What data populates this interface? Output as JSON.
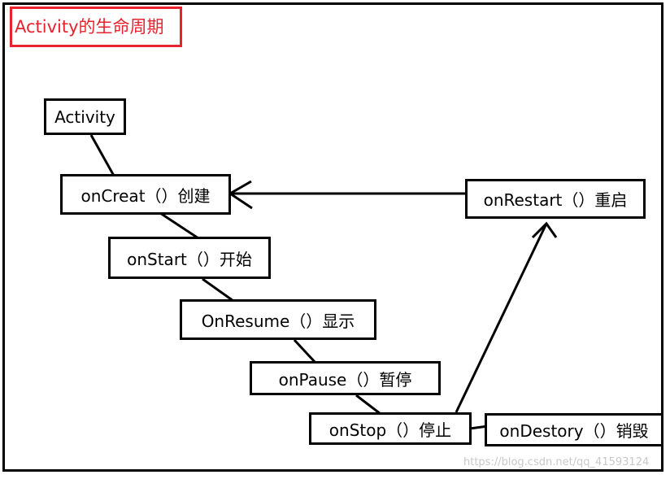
{
  "title": "Activity的生命周期",
  "nodes": {
    "activity": "Activity",
    "oncreate": "onCreat（）创建",
    "onstart": "onStart（）开始",
    "onresume": "OnResume（）显示",
    "onpause": "onPause（）暂停",
    "onstop": "onStop（）停止",
    "onrestart": "onRestart（）重启",
    "ondestory": "onDestory（）销毁"
  },
  "watermark": "https://blog.csdn.net/qq_41593124",
  "colors": {
    "stroke": "#000000",
    "title_accent": "#e8222e",
    "watermark": "#c8c8c8"
  }
}
